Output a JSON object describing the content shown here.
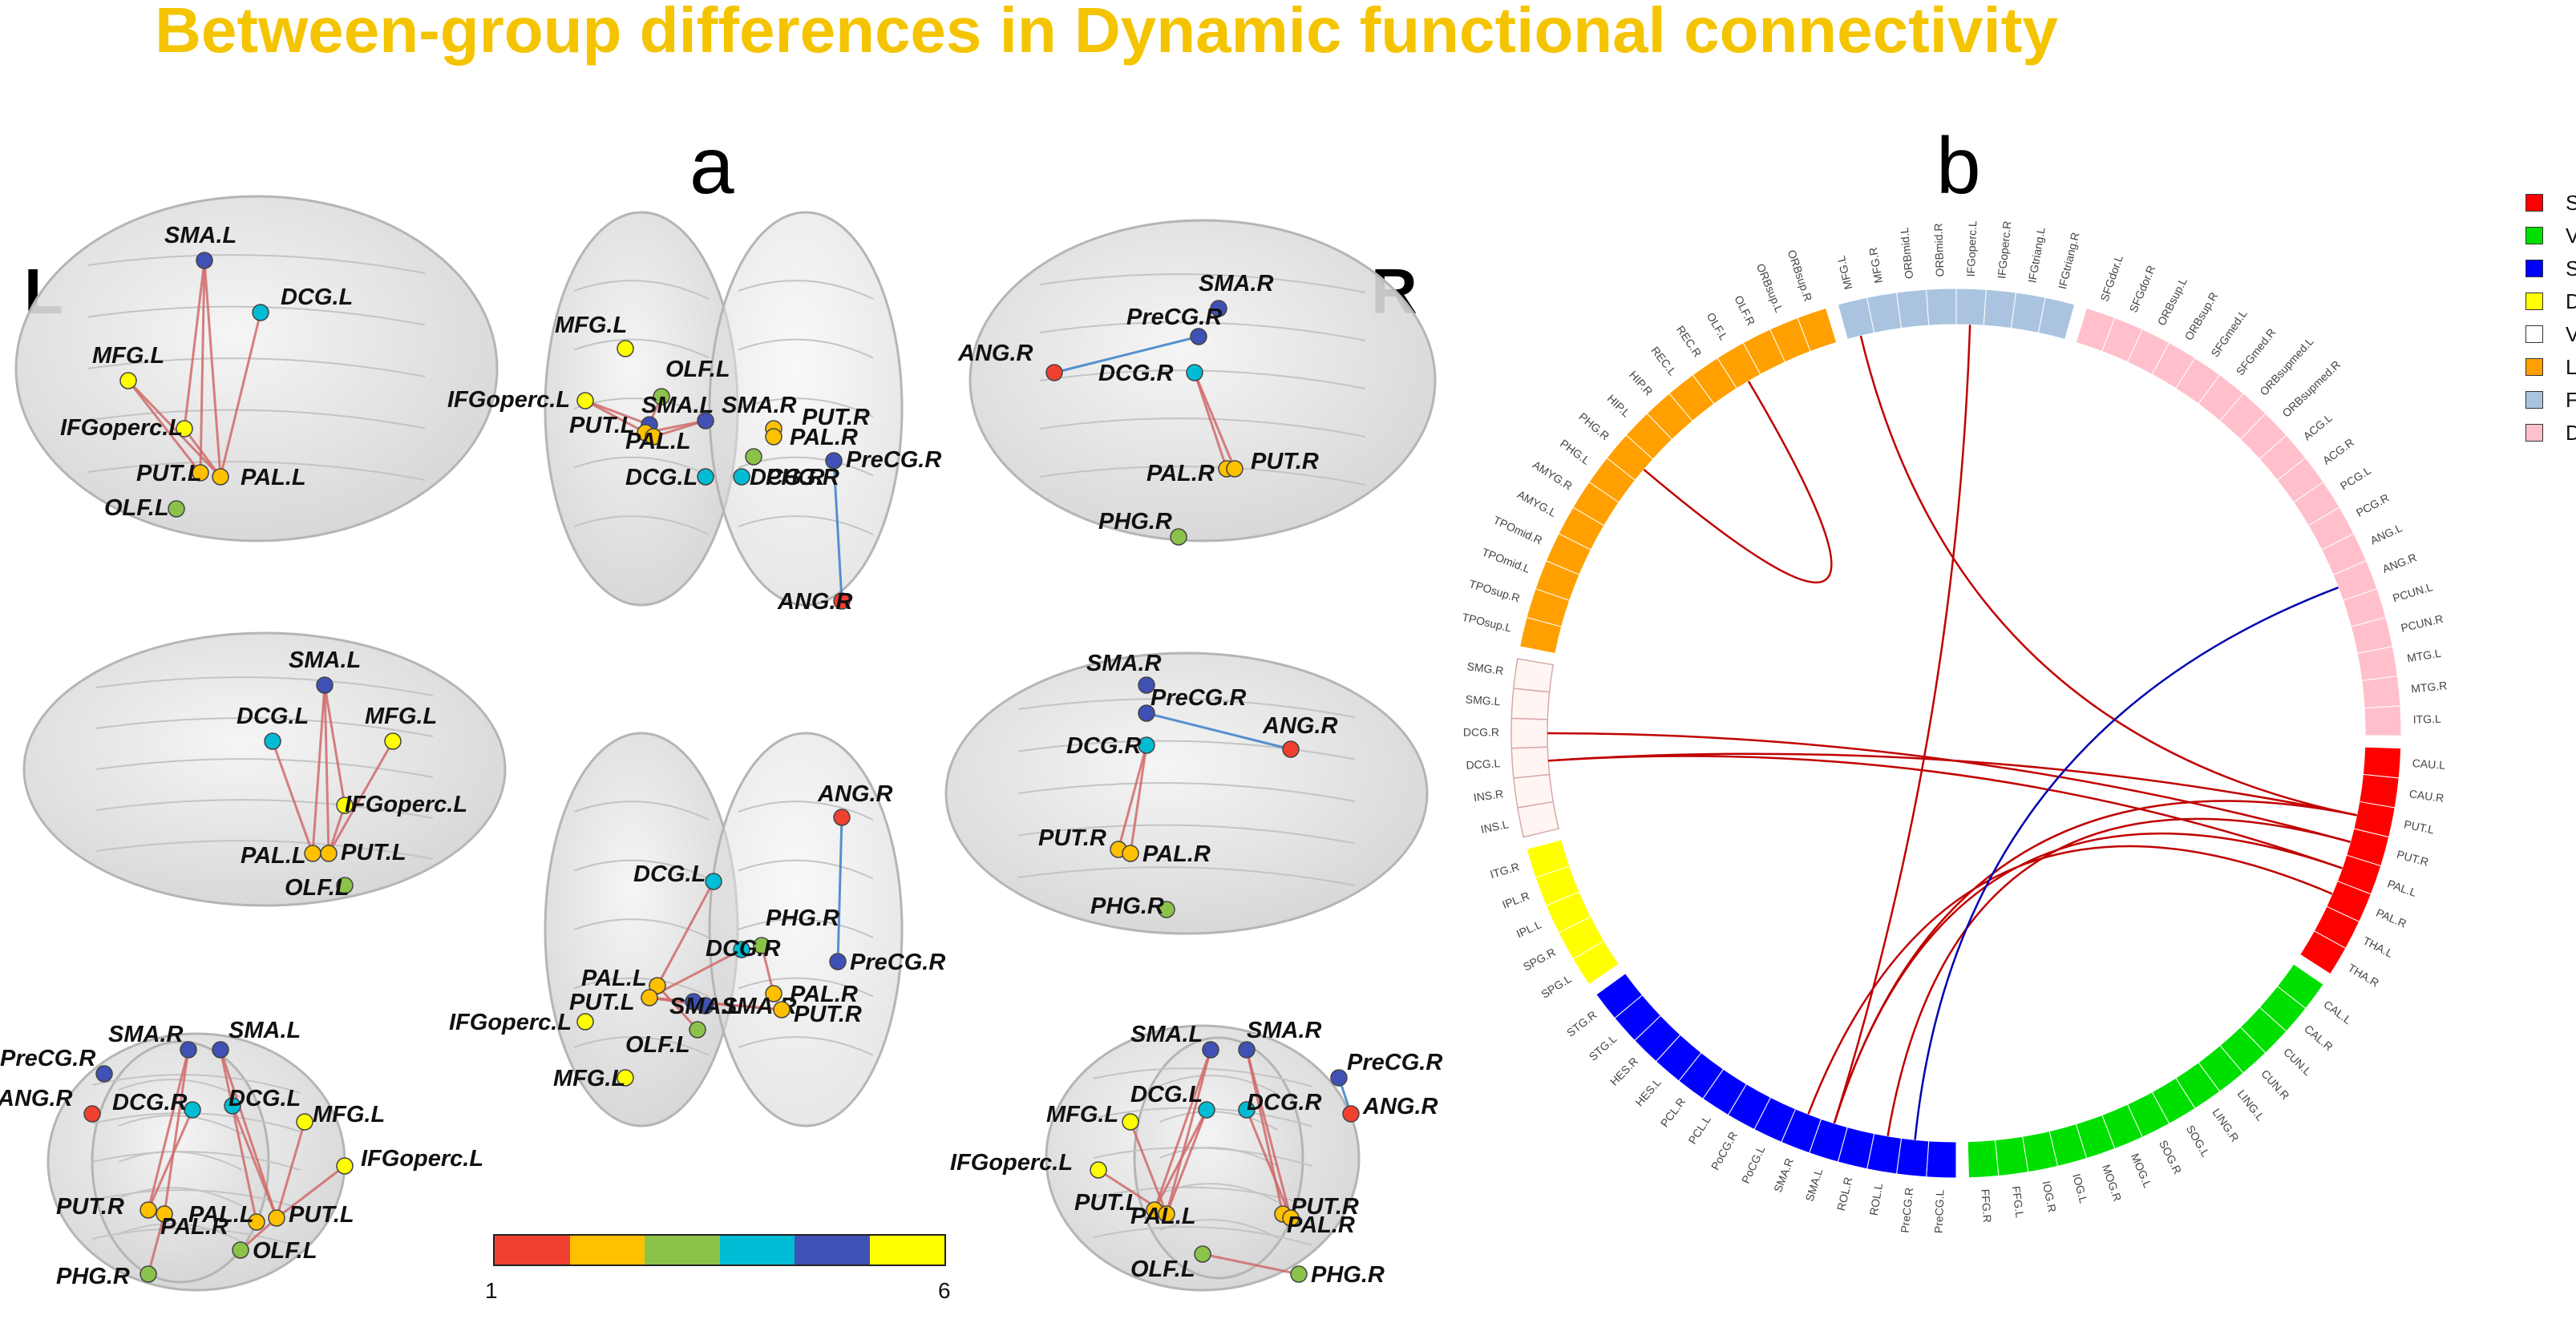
{
  "title": "Between-group differences in Dynamic functional connectivity",
  "panels": {
    "a": "a",
    "b": "b"
  },
  "hemisphere": {
    "left": "L",
    "right": "R"
  },
  "colorbar": {
    "min": "1",
    "max": "6",
    "colors": [
      "#f04030",
      "#ffc000",
      "#8bc34a",
      "#00bcd4",
      "#3f51b5",
      "#ffff00"
    ]
  },
  "legend": [
    {
      "name": "SAN",
      "color": "#ff0000"
    },
    {
      "name": "VIS",
      "color": "#00e000"
    },
    {
      "name": "SMN",
      "color": "#0000ff"
    },
    {
      "name": "DAN",
      "color": "#ffff00"
    },
    {
      "name": "VAN",
      "color": "#ffffff"
    },
    {
      "name": "LIM",
      "color": "#ffa000"
    },
    {
      "name": "FPN",
      "color": "#aac4e0"
    },
    {
      "name": "DMN",
      "color": "#ffc0cb"
    }
  ],
  "network_colors": {
    "SAN": "#ff0000",
    "VIS": "#00e000",
    "SMN": "#0000ff",
    "DAN": "#ffff00",
    "VAN": "#fff5f3",
    "LIM": "#ffa000",
    "FPN": "#aac4e0",
    "DMN": "#ffc0cb"
  },
  "chord_segments": [
    {
      "network": "FPN",
      "regions": [
        "MFG.L",
        "MFG.R",
        "ORBmid.L",
        "ORBmid.R",
        "IFGoperc.L",
        "IFGoperc.R",
        "IFGtriang.L",
        "IFGtriang.R"
      ]
    },
    {
      "network": "DMN",
      "regions": [
        "SFGdor.L",
        "SFGdor.R",
        "ORBsup.L",
        "ORBsup.R",
        "SFGmed.L",
        "SFGmed.R",
        "ORBsupmed.L",
        "ORBsupmed.R",
        "ACG.L",
        "ACG.R",
        "PCG.L",
        "PCG.R",
        "ANG.L",
        "ANG.R",
        "PCUN.L",
        "PCUN.R",
        "MTG.L",
        "MTG.R",
        "ITG.L"
      ]
    },
    {
      "network": "SAN",
      "regions": [
        "CAU.L",
        "CAU.R",
        "PUT.L",
        "PUT.R",
        "PAL.L",
        "PAL.R",
        "THA.L",
        "THA.R"
      ]
    },
    {
      "network": "VIS",
      "regions": [
        "CAL.L",
        "CAL.R",
        "CUN.L",
        "CUN.R",
        "LING.L",
        "LING.R",
        "SOG.L",
        "SOG.R",
        "MOG.L",
        "MOG.R",
        "IOG.L",
        "IOG.R",
        "FFG.L",
        "FFG.R"
      ]
    },
    {
      "network": "SMN",
      "regions": [
        "PreCG.L",
        "PreCG.R",
        "ROL.L",
        "ROL.R",
        "SMA.L",
        "SMA.R",
        "PoCG.L",
        "PoCG.R",
        "PCL.L",
        "PCL.R",
        "HES.L",
        "HES.R",
        "STG.L",
        "STG.R"
      ]
    },
    {
      "network": "DAN",
      "regions": [
        "SPG.L",
        "SPG.R",
        "IPL.L",
        "IPL.R",
        "ITG.R"
      ]
    },
    {
      "network": "VAN",
      "regions": [
        "INS.L",
        "INS.R",
        "DCG.L",
        "DCG.R",
        "SMG.L",
        "SMG.R"
      ]
    },
    {
      "network": "LIM",
      "regions": [
        "TPOsup.L",
        "TPOsup.R",
        "TPOmid.L",
        "TPOmid.R",
        "AMYG.L",
        "AMYG.R",
        "PHG.L",
        "PHG.R",
        "HIP.L",
        "HIP.R",
        "REC.L",
        "REC.R",
        "OLF.L",
        "OLF.R",
        "ORBsup.L",
        "ORBsup.R"
      ]
    }
  ],
  "chord_links": [
    {
      "from": "MFG.L",
      "to": "PUT.L",
      "color": "#c00000"
    },
    {
      "from": "IFGoperc.L",
      "to": "SMA.L",
      "color": "#c00000"
    },
    {
      "from": "OLF.L",
      "to": "PHG.R",
      "color": "#c00000"
    },
    {
      "from": "DCG.L",
      "to": "PUT.L",
      "color": "#c00000"
    },
    {
      "from": "DCG.R",
      "to": "PUT.R",
      "color": "#c00000"
    },
    {
      "from": "DCG.L",
      "to": "PAL.L",
      "color": "#c00000"
    },
    {
      "from": "SMA.L",
      "to": "PUT.L",
      "color": "#c00000"
    },
    {
      "from": "SMA.R",
      "to": "PAL.R",
      "color": "#c00000"
    },
    {
      "from": "SMA.L",
      "to": "PAL.L",
      "color": "#c00000"
    },
    {
      "from": "ROL.L",
      "to": "PUT.R",
      "color": "#c00000"
    },
    {
      "from": "PreCG.R",
      "to": "ANG.R",
      "color": "#0000b0"
    }
  ],
  "brain_views": [
    {
      "name": "left-lateral",
      "nodes": [
        {
          "label": "SMA.L",
          "color": "#3f51b5"
        },
        {
          "label": "MFG.L",
          "color": "#ffff00"
        },
        {
          "label": "DCG.L",
          "color": "#00bcd4"
        },
        {
          "label": "IFGoperc.L",
          "color": "#ffff00"
        },
        {
          "label": "PUT.L",
          "color": "#ffc000"
        },
        {
          "label": "PAL.L",
          "color": "#ffc000"
        },
        {
          "label": "OLF.L",
          "color": "#8bc34a"
        }
      ]
    },
    {
      "name": "left-medial",
      "nodes": [
        {
          "label": "SMA.L",
          "color": "#3f51b5"
        },
        {
          "label": "DCG.L",
          "color": "#00bcd4"
        },
        {
          "label": "MFG.L",
          "color": "#ffff00"
        },
        {
          "label": "IFGoperc.L",
          "color": "#ffff00"
        },
        {
          "label": "PAL.L",
          "color": "#ffc000"
        },
        {
          "label": "PUT.L",
          "color": "#ffc000"
        },
        {
          "label": "OLF.L",
          "color": "#8bc34a"
        }
      ]
    },
    {
      "name": "anterior",
      "nodes": [
        {
          "label": "SMA.R",
          "color": "#3f51b5"
        },
        {
          "label": "SMA.L",
          "color": "#3f51b5"
        },
        {
          "label": "PreCG.R",
          "color": "#3f51b5"
        },
        {
          "label": "ANG.R",
          "color": "#f04030"
        },
        {
          "label": "DCG.R",
          "color": "#00bcd4"
        },
        {
          "label": "DCG.L",
          "color": "#00bcd4"
        },
        {
          "label": "MFG.L",
          "color": "#ffff00"
        },
        {
          "label": "IFGoperc.L",
          "color": "#ffff00"
        },
        {
          "label": "PUT.R",
          "color": "#ffc000"
        },
        {
          "label": "PAL.R",
          "color": "#ffc000"
        },
        {
          "label": "PAL.L",
          "color": "#ffc000"
        },
        {
          "label": "PUT.L",
          "color": "#ffc000"
        },
        {
          "label": "PHG.R",
          "color": "#8bc34a"
        },
        {
          "label": "OLF.L",
          "color": "#8bc34a"
        }
      ]
    },
    {
      "name": "dorsal",
      "nodes": [
        {
          "label": "MFG.L",
          "color": "#ffff00"
        },
        {
          "label": "OLF.L",
          "color": "#8bc34a"
        },
        {
          "label": "IFGoperc.L",
          "color": "#ffff00"
        },
        {
          "label": "SMA.L",
          "color": "#3f51b5"
        },
        {
          "label": "SMA.R",
          "color": "#3f51b5"
        },
        {
          "label": "PUT.R",
          "color": "#ffc000"
        },
        {
          "label": "PUT.L",
          "color": "#ffc000"
        },
        {
          "label": "PAL.L",
          "color": "#ffc000"
        },
        {
          "label": "PAL.R",
          "color": "#ffc000"
        },
        {
          "label": "PreCG.R",
          "color": "#3f51b5"
        },
        {
          "label": "DCG.L",
          "color": "#00bcd4"
        },
        {
          "label": "DCG.R",
          "color": "#00bcd4"
        },
        {
          "label": "PHG.R",
          "color": "#8bc34a"
        },
        {
          "label": "ANG.R",
          "color": "#f04030"
        }
      ]
    },
    {
      "name": "ventral",
      "nodes": [
        {
          "label": "ANG.R",
          "color": "#f04030"
        },
        {
          "label": "DCG.L",
          "color": "#00bcd4"
        },
        {
          "label": "PHG.R",
          "color": "#8bc34a"
        },
        {
          "label": "DCG.R",
          "color": "#00bcd4"
        },
        {
          "label": "PreCG.R",
          "color": "#3f51b5"
        },
        {
          "label": "PAL.L",
          "color": "#ffc000"
        },
        {
          "label": "PAL.R",
          "color": "#ffc000"
        },
        {
          "label": "PUT.L",
          "color": "#ffc000"
        },
        {
          "label": "SMA.R",
          "color": "#3f51b5"
        },
        {
          "label": "SMA.L",
          "color": "#3f51b5"
        },
        {
          "label": "PUT.R",
          "color": "#ffc000"
        },
        {
          "label": "IFGoperc.L",
          "color": "#ffff00"
        },
        {
          "label": "OLF.L",
          "color": "#8bc34a"
        },
        {
          "label": "MFG.L",
          "color": "#ffff00"
        }
      ]
    },
    {
      "name": "right-lateral",
      "nodes": [
        {
          "label": "SMA.R",
          "color": "#3f51b5"
        },
        {
          "label": "PreCG.R",
          "color": "#3f51b5"
        },
        {
          "label": "ANG.R",
          "color": "#f04030"
        },
        {
          "label": "DCG.R",
          "color": "#00bcd4"
        },
        {
          "label": "PAL.R",
          "color": "#ffc000"
        },
        {
          "label": "PUT.R",
          "color": "#ffc000"
        },
        {
          "label": "PHG.R",
          "color": "#8bc34a"
        }
      ]
    },
    {
      "name": "right-medial",
      "nodes": [
        {
          "label": "SMA.R",
          "color": "#3f51b5"
        },
        {
          "label": "PreCG.R",
          "color": "#3f51b5"
        },
        {
          "label": "ANG.R",
          "color": "#f04030"
        },
        {
          "label": "DCG.R",
          "color": "#00bcd4"
        },
        {
          "label": "PUT.R",
          "color": "#ffc000"
        },
        {
          "label": "PAL.R",
          "color": "#ffc000"
        },
        {
          "label": "PHG.R",
          "color": "#8bc34a"
        }
      ]
    },
    {
      "name": "posterior",
      "nodes": [
        {
          "label": "SMA.L",
          "color": "#3f51b5"
        },
        {
          "label": "SMA.R",
          "color": "#3f51b5"
        },
        {
          "label": "PreCG.R",
          "color": "#3f51b5"
        },
        {
          "label": "DCG.L",
          "color": "#00bcd4"
        },
        {
          "label": "DCG.R",
          "color": "#00bcd4"
        },
        {
          "label": "ANG.R",
          "color": "#f04030"
        },
        {
          "label": "MFG.L",
          "color": "#ffff00"
        },
        {
          "label": "IFGoperc.L",
          "color": "#ffff00"
        },
        {
          "label": "PUT.L",
          "color": "#ffc000"
        },
        {
          "label": "PAL.L",
          "color": "#ffc000"
        },
        {
          "label": "PUT.R",
          "color": "#ffc000"
        },
        {
          "label": "PAL.R",
          "color": "#ffc000"
        },
        {
          "label": "OLF.L",
          "color": "#8bc34a"
        },
        {
          "label": "PHG.R",
          "color": "#8bc34a"
        }
      ]
    }
  ]
}
